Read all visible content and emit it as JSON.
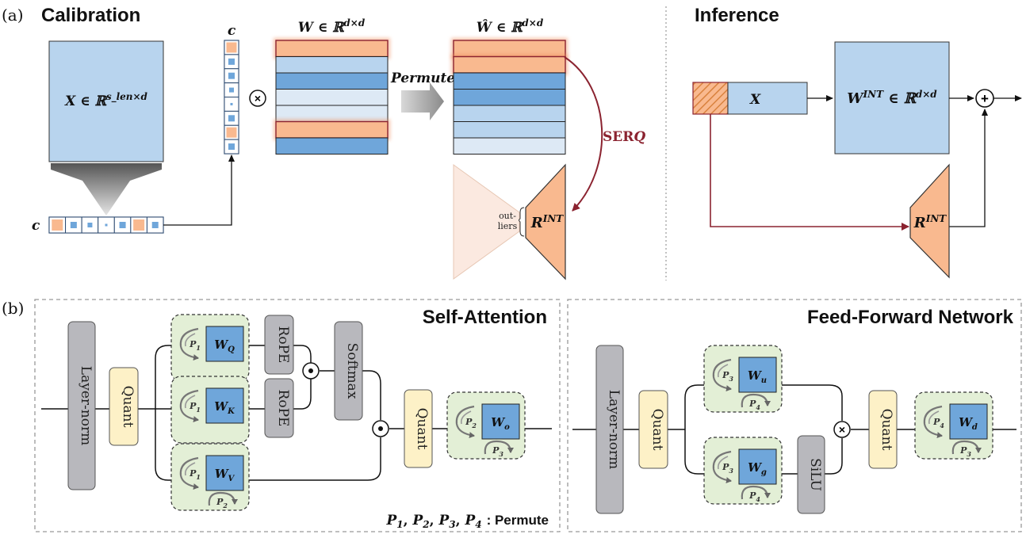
{
  "panel_a": {
    "label": "(a)",
    "calibration_title": "Calibration",
    "inference_title": "Inference",
    "x_matrix": "X ∈ ℝs_len×d",
    "c_label_vertical": "c",
    "c_label_horizontal": "c",
    "w_title": "W ∈ ℝd×d",
    "w_hat_title": "Ŵ ∈ ℝd×d",
    "permute_label": "Permute",
    "serq_label": "SERQ",
    "outliers_label_1": "out-",
    "outliers_label_2": "liers",
    "r_int_label": "RINT",
    "inference_x_label": "X",
    "w_int_label": "WINT ∈ ℝd×d",
    "inference_r_int_label": "RINT"
  },
  "panel_b": {
    "label": "(b)",
    "self_attention_title": "Self-Attention",
    "ffn_title": "Feed-Forward Network",
    "layer_norm_label": "Layer-norm",
    "quant_label": "Quant",
    "rope_label": "RoPE",
    "softmax_label": "Softmax",
    "silu_label": "SiLU",
    "wq": "WQ",
    "wk": "WK",
    "wv": "WV",
    "wo": "Wo",
    "wu": "Wu",
    "wg": "Wg",
    "wd": "Wd",
    "p1": "P1",
    "p2": "P2",
    "p3": "P3",
    "p4": "P4",
    "legend": "P1, P2, P3, P4 : Permute"
  },
  "colors": {
    "orange": "#f9b98f",
    "blue_light": "#b8d4ee",
    "blue_mid": "#6fa6da",
    "blue_pale": "#dde9f5",
    "gray_box": "#b8b8bd",
    "quant_fill": "#fdf1c7",
    "green_fill": "#e3efd6",
    "dark_red": "#8b2330"
  }
}
